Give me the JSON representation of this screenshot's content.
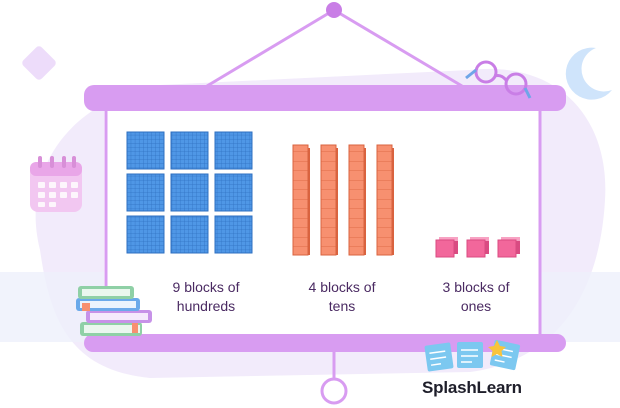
{
  "groups": [
    {
      "name": "hundreds",
      "line1": "9 blocks of",
      "line2": "hundreds",
      "count": 9,
      "color": "#4f97e6"
    },
    {
      "name": "tens",
      "line1": "4 blocks of",
      "line2": "tens",
      "count": 4,
      "color": "#f79070"
    },
    {
      "name": "ones",
      "line1": "3 blocks of",
      "line2": "ones",
      "count": 3,
      "color": "#f2679b"
    }
  ],
  "brand": {
    "name": "SplashLearn"
  },
  "colors": {
    "board_frame": "#d89cf1",
    "background_blob": "#f2ebfb",
    "hundreds": "#4f97e6",
    "tens": "#f79070",
    "ones": "#f2679b",
    "text": "#4a2a62"
  },
  "icons": [
    "diamond-icon",
    "calendar-icon",
    "books-icon",
    "glasses-icon",
    "crescent-icon",
    "sticky-notes-icon",
    "star-icon"
  ]
}
